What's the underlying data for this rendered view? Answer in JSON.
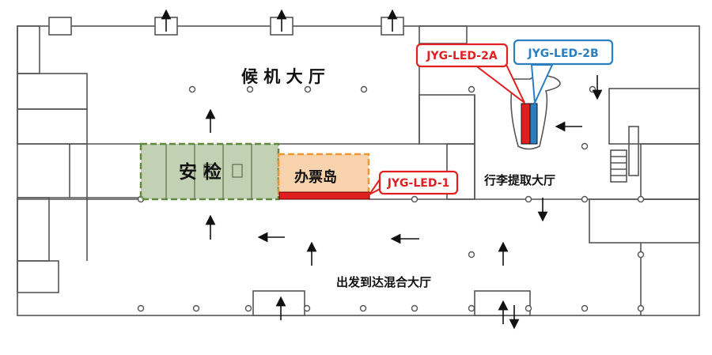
{
  "zones": {
    "waiting_hall": "候 机 大 厅",
    "security": "安  检",
    "ticket_island": "办票岛",
    "baggage_claim": "行李提取大厅",
    "mixed_hall": "出发到达混合大厅"
  },
  "callouts": {
    "led_1": "JYG-LED-1",
    "led_2a": "JYG-LED-2A",
    "led_2b": "JYG-LED-2B"
  },
  "colors": {
    "red": "#e02020",
    "blue": "#2a7fc1",
    "security_fill": "#8fa977",
    "ticket_fill": "#f6c08a",
    "wall": "#555555"
  }
}
